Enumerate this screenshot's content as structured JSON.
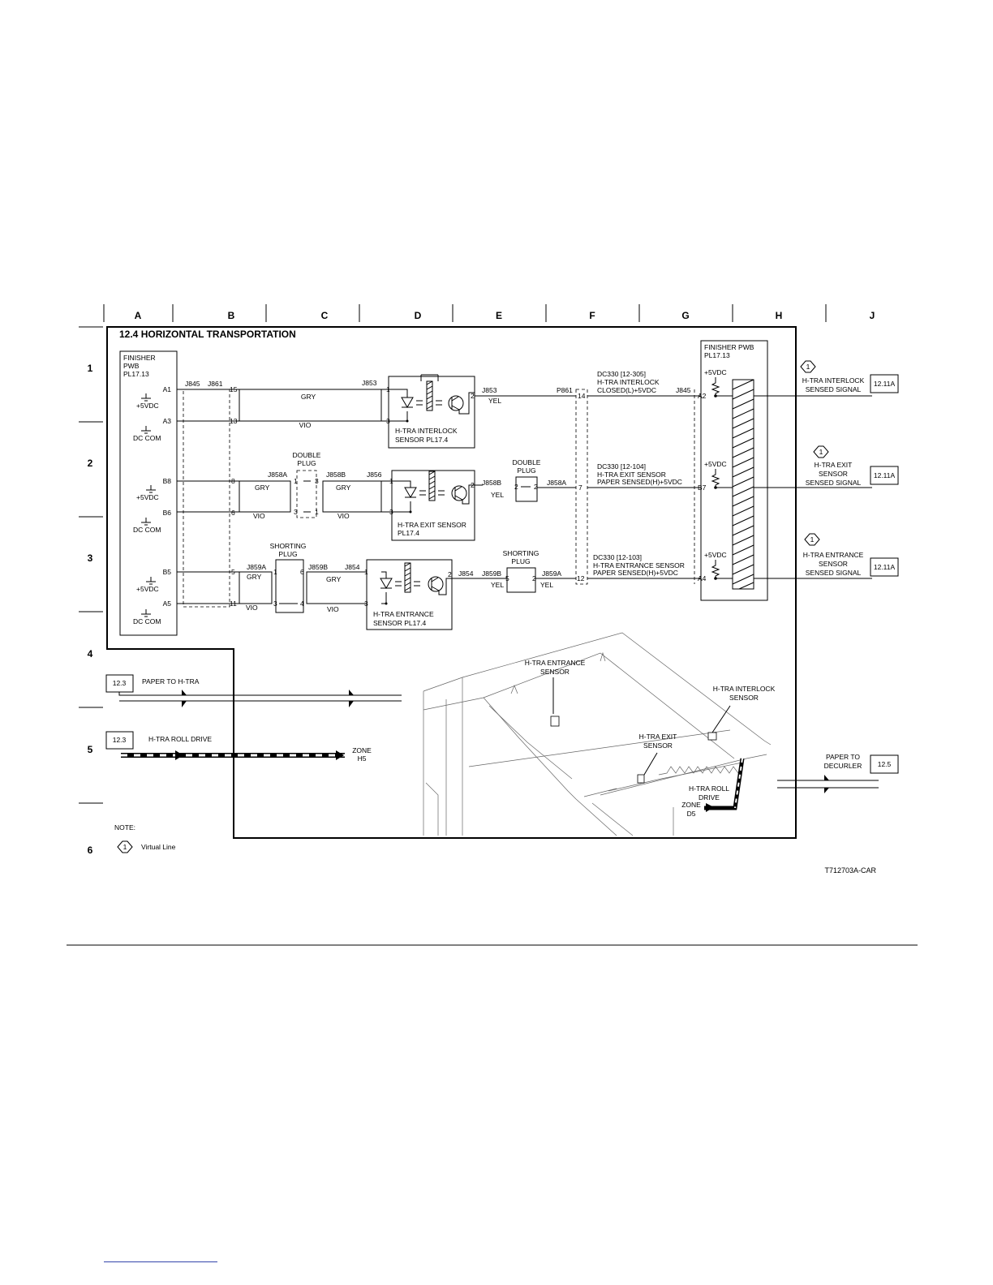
{
  "diagram": {
    "title": "12.4 HORIZONTAL TRANSPORTATION",
    "figure_id": "T712703A-CAR",
    "grid_columns": [
      "A",
      "B",
      "C",
      "D",
      "E",
      "F",
      "G",
      "H",
      "J"
    ],
    "grid_rows": [
      "1",
      "2",
      "3",
      "4",
      "5",
      "6"
    ],
    "left_board": {
      "line1": "FINISHER",
      "line2": "PWB",
      "line3": "PL17.13"
    },
    "right_board": {
      "line1": "FINISHER PWB",
      "line2": "PL17.13"
    },
    "supplies": {
      "v5": "+5VDC",
      "dccom": "DC COM"
    },
    "pins": {
      "a1": "A1",
      "a3": "A3",
      "b8": "B8",
      "b6": "B6",
      "b5": "B5",
      "a5": "A5",
      "a2": "A2",
      "b7": "B7",
      "a4": "A4",
      "p15": "15",
      "p13": "13",
      "p8": "8",
      "p6": "6",
      "p5": "5",
      "p11": "11",
      "p14": "14",
      "p7": "7",
      "p12": "12",
      "n1": "1",
      "n2": "2",
      "n3": "3",
      "n4": "4",
      "n5": "5",
      "n6": "6"
    },
    "connectors": {
      "j845": "J845",
      "j861": "J861",
      "j853": "J853",
      "j858a": "J858A",
      "j858b": "J858B",
      "j856": "J856",
      "j859a": "J859A",
      "j859b": "J859B",
      "j854": "J854",
      "p861": "P861"
    },
    "wires": {
      "gry": "GRY",
      "vio": "VIO",
      "yel": "YEL"
    },
    "plugs": {
      "double_1": "DOUBLE",
      "double_2": "PLUG",
      "shorting_1": "SHORTING",
      "shorting_2": "PLUG"
    },
    "sensors": {
      "interlock_1": "H-TRA INTERLOCK",
      "interlock_2": "SENSOR PL17.4",
      "exit_1": "H-TRA EXIT SENSOR",
      "exit_2": "PL17.4",
      "entrance_1": "H-TRA ENTRANCE",
      "entrance_2": "SENSOR PL17.4"
    },
    "dc330": {
      "interlock": [
        "DC330 [12-305]",
        "H-TRA INTERLOCK",
        "CLOSED(L)+5VDC"
      ],
      "exit": [
        "DC330 [12-104]",
        "H-TRA EXIT SENSOR",
        "PAPER SENSED(H)+5VDC"
      ],
      "entrance": [
        "DC330 [12-103]",
        "H-TRA ENTRANCE SENSOR",
        "PAPER SENSED(H)+5VDC"
      ]
    },
    "signals": {
      "interlock": [
        "H-TRA INTERLOCK",
        "SENSED SIGNAL"
      ],
      "exit": [
        "H-TRA EXIT",
        "SENSOR",
        "SENSED SIGNAL"
      ],
      "entrance": [
        "H-TRA ENTRANCE",
        "SENSOR",
        "SENSED SIGNAL"
      ],
      "ref": "12.11A",
      "virtual_marker": "1"
    },
    "flows": {
      "paper_in_ref": "12.3",
      "paper_in_label": "PAPER TO H-TRA",
      "drive_ref": "12.3",
      "drive_label": "H-TRA ROLL DRIVE",
      "zone_h5": [
        "ZONE",
        "H5"
      ],
      "paper_out_ref": "12.5",
      "paper_out_label": [
        "PAPER TO",
        "DECURLER"
      ]
    },
    "illustration": {
      "entrance": [
        "H-TRA ENTRANCE",
        "SENSOR"
      ],
      "interlock": [
        "H-TRA INTERLOCK",
        "SENSOR"
      ],
      "exit": [
        "H-TRA EXIT",
        "SENSOR"
      ],
      "roll_drive": [
        "H-TRA ROLL",
        "DRIVE"
      ],
      "zone_d5": [
        "ZONE",
        "D5"
      ]
    },
    "note": {
      "label": "NOTE:",
      "marker": "1",
      "text": "Virtual Line"
    }
  }
}
